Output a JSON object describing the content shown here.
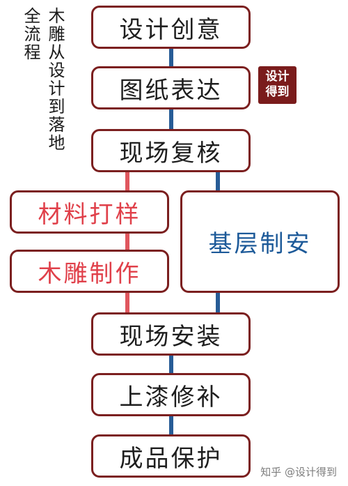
{
  "side_title": {
    "col1": "全流程",
    "col2": "木雕从设计到落地"
  },
  "badge": "设计得到",
  "steps": {
    "design": "设计创意",
    "drawings": "图纸表达",
    "site_review": "现场复核",
    "material_sample": "材料打样",
    "woodcarving": "木雕制作",
    "base_install": "基层制安",
    "site_install": "现场安装",
    "paint_repair": "上漆修补",
    "protection": "成品保护"
  },
  "colors": {
    "box_border": "#7b1f1f",
    "blue_line": "#275c96",
    "red_line": "#e0575e",
    "badge_bg": "#7a1c1c"
  },
  "watermark": "知乎 @设计得到"
}
